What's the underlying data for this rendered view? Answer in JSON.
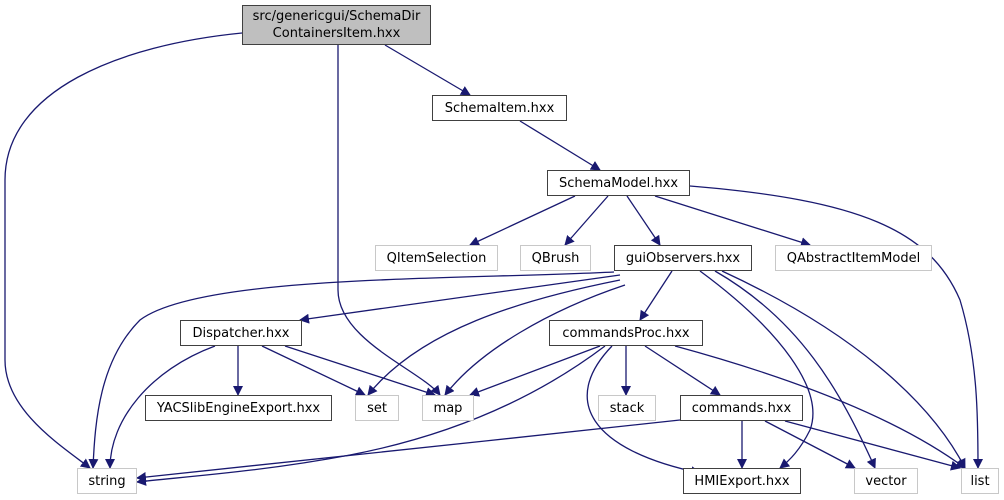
{
  "diagram": {
    "type": "include-dependency-graph",
    "edge_color": "#191970",
    "nodes": [
      {
        "id": "root",
        "label": "src/genericgui/SchemaDir\nContainersItem.hxx",
        "label_line1": "src/genericgui/SchemaDir",
        "label_line2": "ContainersItem.hxx",
        "kind": "root"
      },
      {
        "id": "schemaitem",
        "label": "SchemaItem.hxx",
        "kind": "local"
      },
      {
        "id": "schemamodel",
        "label": "SchemaModel.hxx",
        "kind": "local"
      },
      {
        "id": "qitemselection",
        "label": "QItemSelection",
        "kind": "external"
      },
      {
        "id": "qbrush",
        "label": "QBrush",
        "kind": "external"
      },
      {
        "id": "guiobservers",
        "label": "guiObservers.hxx",
        "kind": "local"
      },
      {
        "id": "qabstractitemmodel",
        "label": "QAbstractItemModel",
        "kind": "external"
      },
      {
        "id": "dispatcher",
        "label": "Dispatcher.hxx",
        "kind": "local"
      },
      {
        "id": "commandsproc",
        "label": "commandsProc.hxx",
        "kind": "local"
      },
      {
        "id": "yacslibengineexport",
        "label": "YACSlibEngineExport.hxx",
        "kind": "local"
      },
      {
        "id": "set",
        "label": "set",
        "kind": "external"
      },
      {
        "id": "map",
        "label": "map",
        "kind": "external"
      },
      {
        "id": "stack",
        "label": "stack",
        "kind": "external"
      },
      {
        "id": "commands",
        "label": "commands.hxx",
        "kind": "local"
      },
      {
        "id": "string",
        "label": "string",
        "kind": "external"
      },
      {
        "id": "hmiexport",
        "label": "HMIExport.hxx",
        "kind": "local"
      },
      {
        "id": "vector",
        "label": "vector",
        "kind": "external"
      },
      {
        "id": "list",
        "label": "list",
        "kind": "external"
      }
    ],
    "edges": [
      [
        "root",
        "string"
      ],
      [
        "root",
        "map"
      ],
      [
        "root",
        "schemaitem"
      ],
      [
        "schemaitem",
        "schemamodel"
      ],
      [
        "schemamodel",
        "qitemselection"
      ],
      [
        "schemamodel",
        "qbrush"
      ],
      [
        "schemamodel",
        "guiobservers"
      ],
      [
        "schemamodel",
        "qabstractitemmodel"
      ],
      [
        "schemamodel",
        "list"
      ],
      [
        "guiobservers",
        "string"
      ],
      [
        "guiobservers",
        "dispatcher"
      ],
      [
        "guiobservers",
        "set"
      ],
      [
        "guiobservers",
        "map"
      ],
      [
        "guiobservers",
        "commandsproc"
      ],
      [
        "guiobservers",
        "hmiexport"
      ],
      [
        "guiobservers",
        "vector"
      ],
      [
        "guiobservers",
        "list"
      ],
      [
        "dispatcher",
        "string"
      ],
      [
        "dispatcher",
        "yacslibengineexport"
      ],
      [
        "dispatcher",
        "set"
      ],
      [
        "dispatcher",
        "map"
      ],
      [
        "commandsproc",
        "map"
      ],
      [
        "commandsproc",
        "string"
      ],
      [
        "commandsproc",
        "stack"
      ],
      [
        "commandsproc",
        "commands"
      ],
      [
        "commandsproc",
        "hmiexport"
      ],
      [
        "commandsproc",
        "list"
      ],
      [
        "commands",
        "string"
      ],
      [
        "commands",
        "hmiexport"
      ],
      [
        "commands",
        "vector"
      ],
      [
        "commands",
        "list"
      ]
    ]
  }
}
